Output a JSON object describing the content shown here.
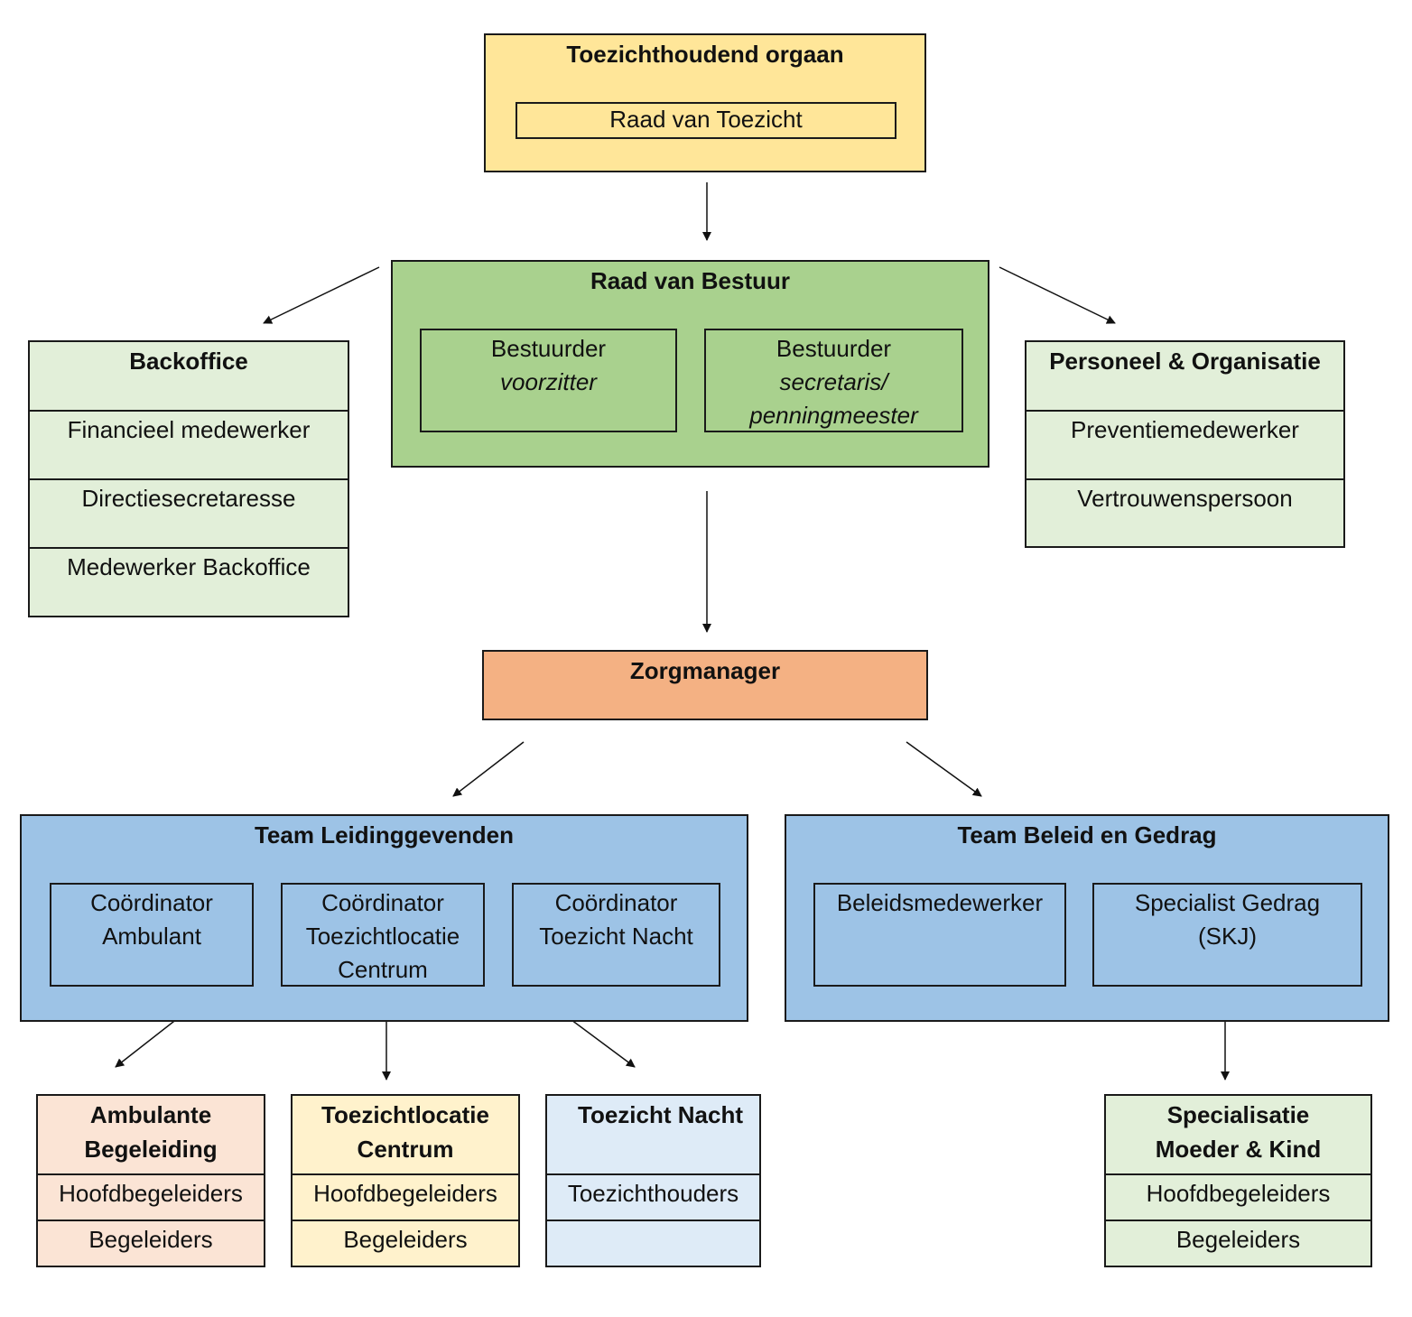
{
  "colors": {
    "supervisory": "#ffe699",
    "board": "#a9d18e",
    "light_green": "#e2efd9",
    "care_manager": "#f4b183",
    "team_blue": "#9dc3e6",
    "peach": "#fbe4d5",
    "light_yellow": "#fff2cc",
    "light_blue": "#deebf7"
  },
  "supervisory_body": {
    "title": "Toezichthoudend orgaan",
    "inner": "Raad van Toezicht"
  },
  "board": {
    "title": "Raad van Bestuur",
    "members": [
      {
        "line1": "Bestuurder",
        "line2": "voorzitter",
        "line3": ""
      },
      {
        "line1": "Bestuurder",
        "line2": "secretaris/",
        "line3": "penningmeester"
      }
    ]
  },
  "backoffice": {
    "title": "Backoffice",
    "items": [
      "Financieel medewerker",
      "Directiesecretaresse",
      "Medewerker Backoffice"
    ]
  },
  "personnel": {
    "title": "Personeel & Organisatie",
    "items": [
      "Preventiemedewerker",
      "Vertrouwenspersoon"
    ]
  },
  "care_manager": {
    "title": "Zorgmanager"
  },
  "team_leaders": {
    "title": "Team Leidinggevenden",
    "coordinators": [
      {
        "line1": "Coördinator",
        "line2": "Ambulant",
        "line3": ""
      },
      {
        "line1": "Coördinator",
        "line2": "Toezichtlocatie",
        "line3": "Centrum"
      },
      {
        "line1": "Coördinator",
        "line2": "Toezicht Nacht",
        "line3": ""
      }
    ]
  },
  "team_policy": {
    "title": "Team Beleid en Gedrag",
    "members": [
      {
        "line1": "Beleidsmedewerker",
        "line2": ""
      },
      {
        "line1": "Specialist Gedrag",
        "line2": "(SKJ)"
      }
    ]
  },
  "units": [
    {
      "title1": "Ambulante",
      "title2": "Begeleiding",
      "items": [
        "Hoofdbegeleiders",
        "Begeleiders"
      ]
    },
    {
      "title1": "Toezichtlocatie",
      "title2": "Centrum",
      "items": [
        "Hoofdbegeleiders",
        "Begeleiders"
      ]
    },
    {
      "title1": "Toezicht Nacht",
      "title2": "",
      "items": [
        "Toezichthouders",
        ""
      ]
    },
    {
      "title1": "Specialisatie",
      "title2": "Moeder & Kind",
      "items": [
        "Hoofdbegeleiders",
        "Begeleiders"
      ]
    }
  ]
}
